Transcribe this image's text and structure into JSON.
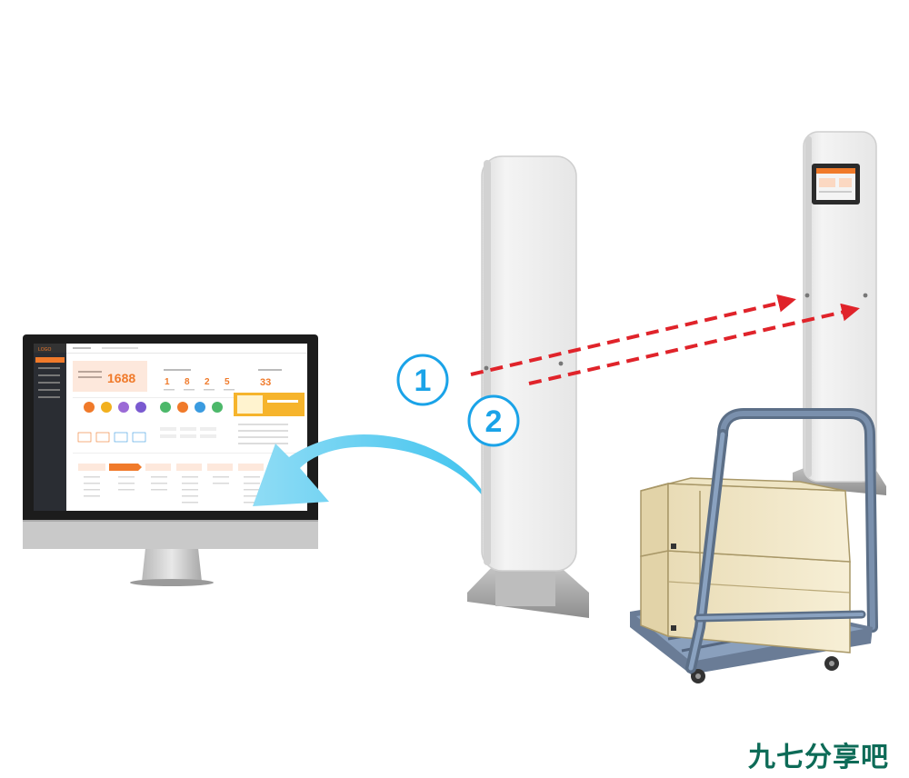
{
  "markers": {
    "step1": "1",
    "step2": "2"
  },
  "dashboard": {
    "big_number": "1688",
    "stats": [
      "1",
      "8",
      "2",
      "5"
    ],
    "big_stat": "33"
  },
  "watermark": "九七分享吧",
  "colors": {
    "arrow_red": "#e0232a",
    "arrow_blue": "#5fd0f0",
    "marker_blue": "#1aa3e8",
    "accent_orange": "#f07a2a",
    "watermark_green": "#0d6b57"
  },
  "icons": [
    "rfid-gate-antenna-icon",
    "rfid-gate-reader-screen-icon",
    "desktop-monitor-icon",
    "cargo-trolley-icon",
    "box-icon"
  ]
}
